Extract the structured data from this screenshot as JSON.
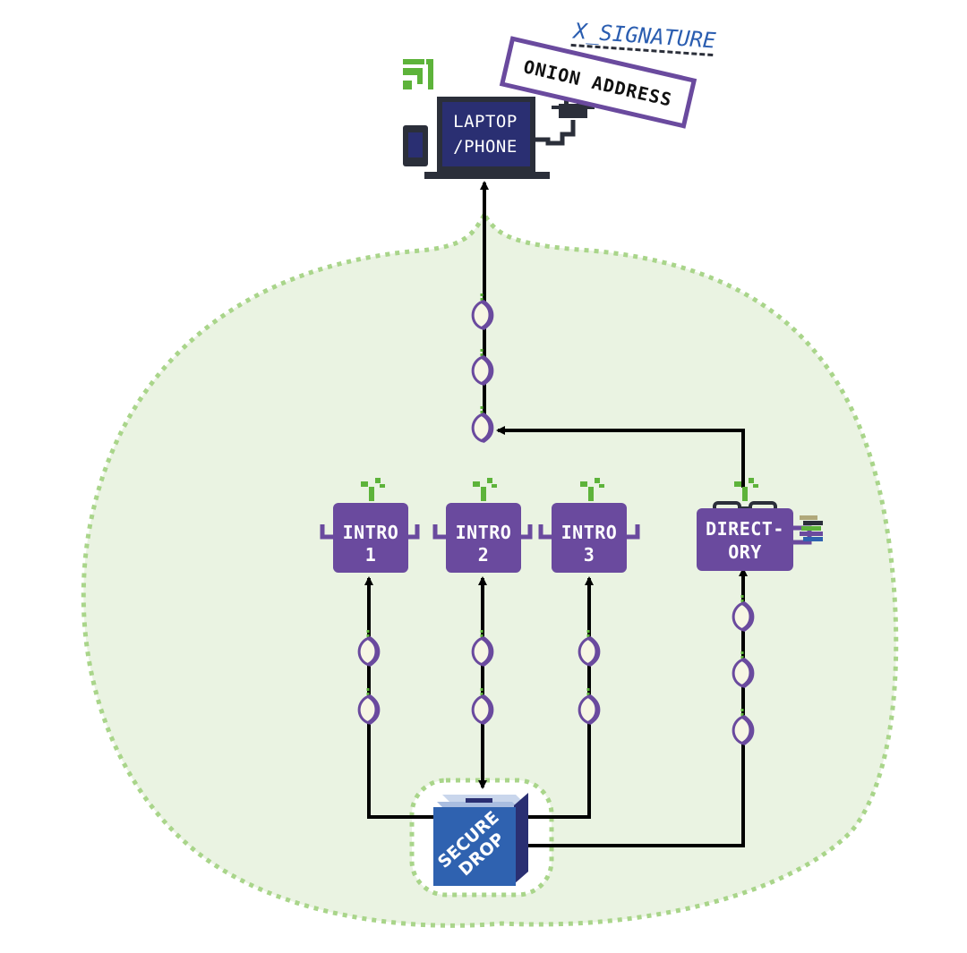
{
  "colors": {
    "zone_fill": "#eaf3e2",
    "zone_stroke": "#a9d58a",
    "service_purple": "#6a4a9e",
    "laptop_navy": "#2a2f72",
    "laptop_frame": "#2b2f3a",
    "drop_blue": "#2f62b0",
    "sprout_green": "#5db33a",
    "onion_cream": "#f6f6e4",
    "onion_purple": "#6a4a9e",
    "arrow": "#000000"
  },
  "icons": [
    "wifi-icon",
    "phone-icon",
    "power-plug-icon",
    "glasses-icon",
    "book-stack-icon",
    "sprout-icon",
    "onion-relay-icon"
  ],
  "laptop": {
    "line1": "LAPTOP",
    "line2": "/PHONE"
  },
  "onion_address": {
    "label": "ONION ADDRESS"
  },
  "signature": {
    "label": "X_SIGNATURE"
  },
  "intro_points": [
    {
      "line1": "INTRO",
      "line2": "1"
    },
    {
      "line1": "INTRO",
      "line2": "2"
    },
    {
      "line1": "INTRO",
      "line2": "3"
    }
  ],
  "directory": {
    "line1": "DIRECT-",
    "line2": "ORY"
  },
  "secure_drop": {
    "line1": "SECURE",
    "line2": "DROP"
  }
}
